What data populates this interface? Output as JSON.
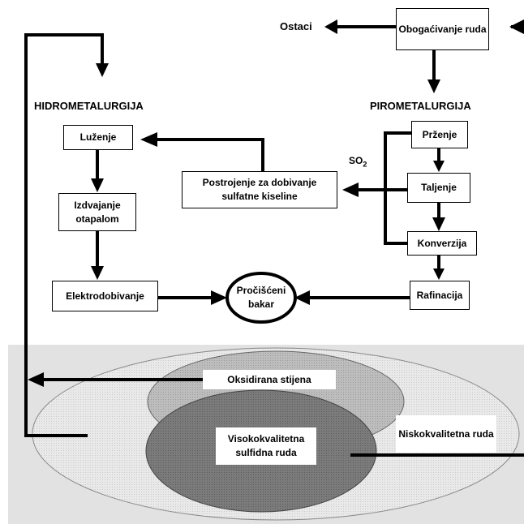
{
  "diagram": {
    "labels": {
      "ostaci": "Ostaci",
      "hidrometalurgija": "HIDROMETALURGIJA",
      "pirometalurgija": "PIROMETALURGIJA",
      "so2": "SO",
      "so2_sub": "2"
    },
    "boxes": {
      "obogacivanje": "Obogaćivanje ruda",
      "luzenje": "Luženje",
      "izdvajanje": "Izdvajanje otapalom",
      "elektrodobivanje": "Elektrodobivanje",
      "postrojenje": "Postrojenje za dobivanje sulfatne kiseline",
      "przenje": "Prženje",
      "taljenje": "Taljenje",
      "konverzija": "Konverzija",
      "rafinacija": "Rafinacija",
      "prociscen": "Pročišćeni bakar"
    },
    "ore_zones": {
      "oksidirana": "Oksidirana stijena",
      "visokokvalitetna": "Visokokvalitetna sulfidna ruda",
      "niskokvalitetna": "Niskokvalitetna ruda"
    }
  }
}
